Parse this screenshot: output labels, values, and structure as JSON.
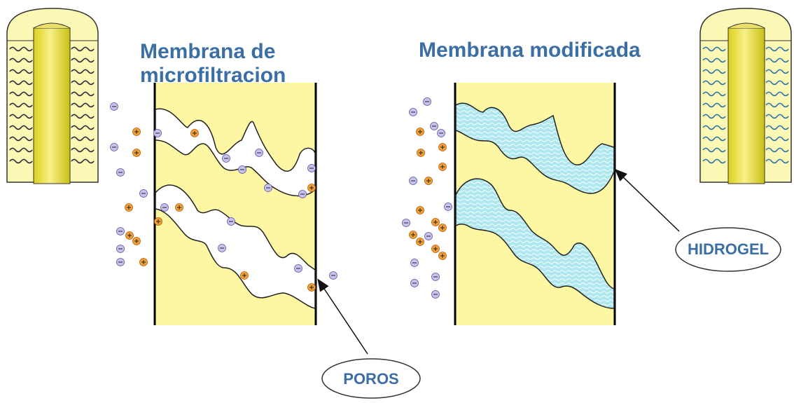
{
  "titles": {
    "left_line1": "Membrana de",
    "left_line2": "microfiltracion",
    "right": "Membrana modificada"
  },
  "callouts": {
    "poros": "POROS",
    "hidrogel": "HIDROGEL"
  },
  "colors": {
    "membrane_fill": "#fdf6a3",
    "hydrogel_fill": "#aee7ee",
    "title_text": "#3a6ea5",
    "negative_ion": "#c8c3ee",
    "positive_ion": "#f2a13c"
  },
  "icons": [
    "negative-ion-icon",
    "positive-ion-icon",
    "fiber-cross-section-icon"
  ]
}
